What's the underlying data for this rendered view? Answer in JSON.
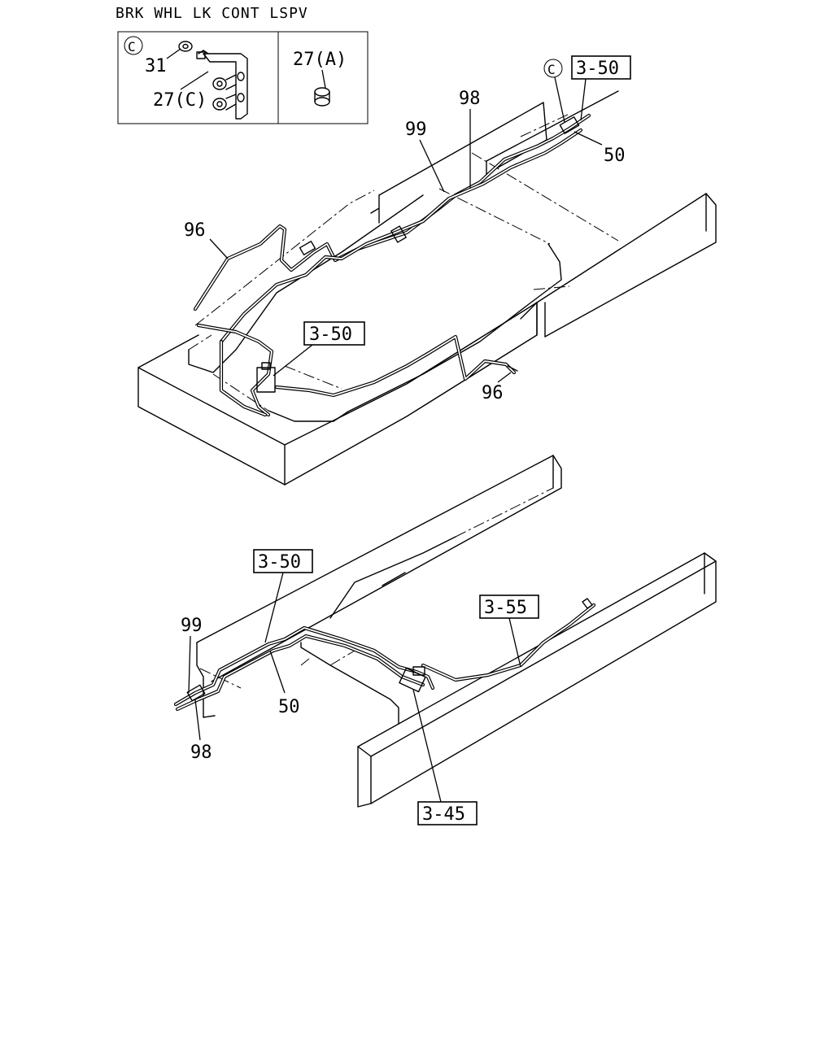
{
  "header": {
    "title": "BRK WHL LK CONT LSPV"
  },
  "inset": {
    "left_panel": {
      "circle_mark": "C",
      "part_31": "31",
      "part_27c": "27(C)"
    },
    "right_panel": {
      "part_27a": "27(A)"
    }
  },
  "upper_view": {
    "ref_top": "3-50",
    "circle_mark": "C",
    "part_98": "98",
    "part_99": "99",
    "part_50": "50",
    "part_96_left": "96",
    "ref_mid": "3-50",
    "part_96_bottom": "96"
  },
  "lower_view": {
    "ref_350": "3-50",
    "ref_355": "3-55",
    "ref_345": "3-45",
    "part_99": "99",
    "part_50": "50",
    "part_98": "98"
  }
}
